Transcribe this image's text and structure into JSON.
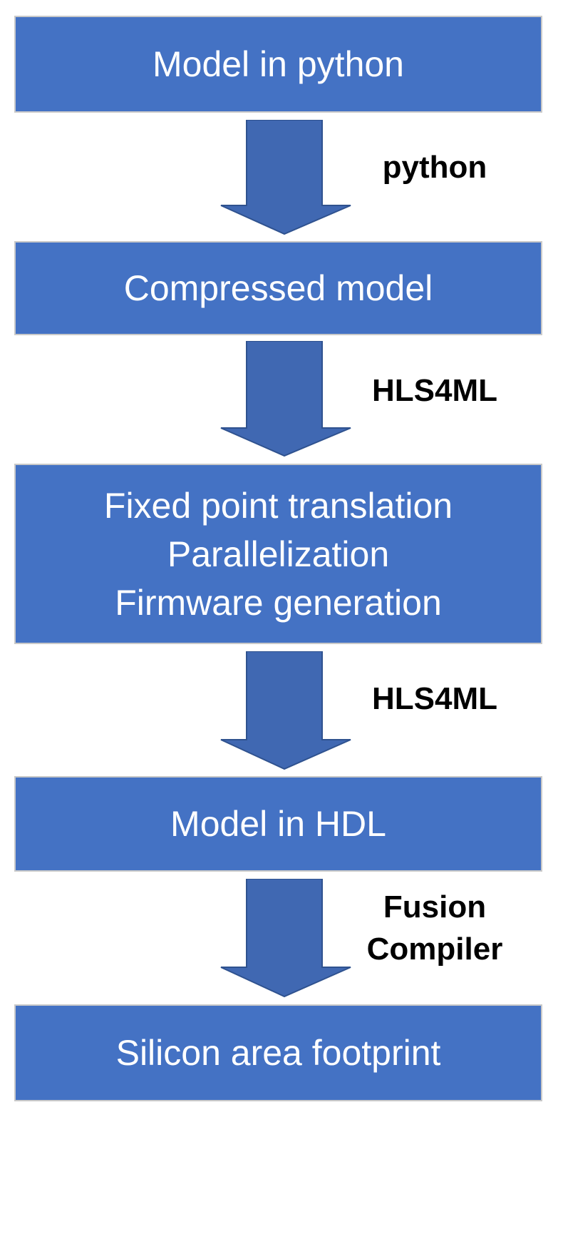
{
  "colors": {
    "box_fill": "#4472c4",
    "box_border": "#c9c9c9",
    "arrow_fill": "#4068b2",
    "arrow_stroke": "#2f528f",
    "label_text": "#000000"
  },
  "steps": [
    {
      "lines": [
        "Model in python"
      ]
    },
    {
      "lines": [
        "Compressed model"
      ]
    },
    {
      "lines": [
        "Fixed point translation",
        "Parallelization",
        "Firmware generation"
      ]
    },
    {
      "lines": [
        "Model in HDL"
      ]
    },
    {
      "lines": [
        "Silicon area footprint"
      ]
    }
  ],
  "transitions": [
    {
      "lines": [
        "python"
      ]
    },
    {
      "lines": [
        "HLS4ML"
      ]
    },
    {
      "lines": [
        "HLS4ML"
      ]
    },
    {
      "lines": [
        "Fusion",
        "Compiler"
      ]
    }
  ]
}
